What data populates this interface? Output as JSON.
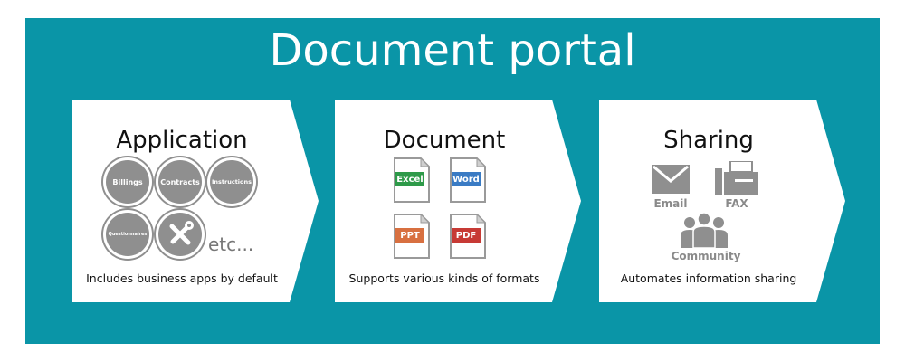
{
  "title": "Document portal",
  "panels": {
    "application": {
      "title": "Application",
      "caption": "Includes business apps by default",
      "apps": [
        "Billings",
        "Contracts",
        "Instructions",
        "Questionnaires"
      ],
      "etc": "etc..."
    },
    "document": {
      "title": "Document",
      "caption": "Supports various kinds of formats",
      "formats": [
        {
          "label": "Excel",
          "color": "#2e9a49"
        },
        {
          "label": "Word",
          "color": "#3a7bc4"
        },
        {
          "label": "PPT",
          "color": "#d87040"
        },
        {
          "label": "PDF",
          "color": "#c73a35"
        }
      ]
    },
    "sharing": {
      "title": "Sharing",
      "caption": "Automates information sharing",
      "channels": [
        "Email",
        "FAX",
        "Community"
      ]
    }
  },
  "colors": {
    "background": "#0a95a7",
    "panel": "#ffffff",
    "icon_gray": "#8f8f8f"
  }
}
